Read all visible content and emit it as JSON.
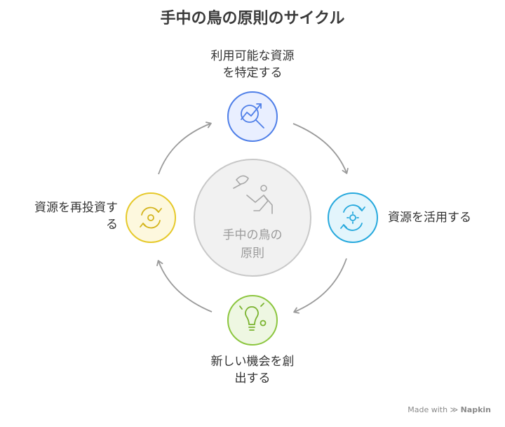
{
  "title": "手中の鳥の原則のサイクル",
  "center": {
    "line1": "手中の鳥の",
    "line2": "原則",
    "icon": "hand-bird-icon"
  },
  "nodes": [
    {
      "id": "identify",
      "line1": "利用可能な資源",
      "line2": "を特定する",
      "color": "#4f7fe8",
      "fill": "#e9efff",
      "icon": "search-graph-icon"
    },
    {
      "id": "utilize",
      "line1": "資源を活用する",
      "color": "#27a9dd",
      "fill": "#e3f5fc",
      "icon": "cycle-gear-icon"
    },
    {
      "id": "create",
      "line1": "新しい機会を創",
      "line2": "出する",
      "color": "#8cc63f",
      "fill": "#eef7e2",
      "icon": "lightbulb-icon"
    },
    {
      "id": "reinvest",
      "line1": "資源を再投資す",
      "line2": "る",
      "color": "#e6c92a",
      "fill": "#fdf8de",
      "icon": "recycle-icon"
    }
  ],
  "watermark": {
    "prefix": "Made with",
    "brand": "Napkin"
  }
}
